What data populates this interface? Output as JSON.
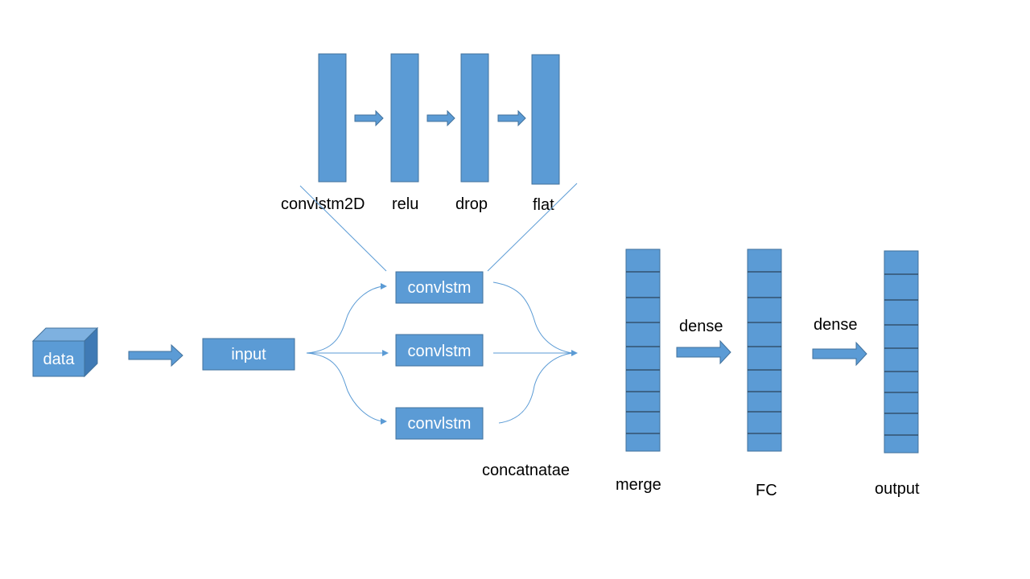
{
  "colors": {
    "fill": "#5b9bd5",
    "stroke": "#41719c",
    "arrow_fill": "#5b9bd5",
    "line": "#5b9bd5",
    "cell_line": "#1f2d3a",
    "text": "#000000",
    "box_text": "#ffffff"
  },
  "detail": {
    "layers": [
      "convlstm2D",
      "relu",
      "drop",
      "flat"
    ]
  },
  "data_block": {
    "label": "data"
  },
  "input_block": {
    "label": "input"
  },
  "branches": [
    {
      "label": "convlstm"
    },
    {
      "label": "convlstm"
    },
    {
      "label": "convlstm"
    }
  ],
  "concat_label": "concatnatae",
  "stacks": {
    "merge": {
      "label": "merge"
    },
    "fc": {
      "label": "FC"
    },
    "output": {
      "label": "output"
    }
  },
  "dense_labels": [
    "dense",
    "dense"
  ]
}
